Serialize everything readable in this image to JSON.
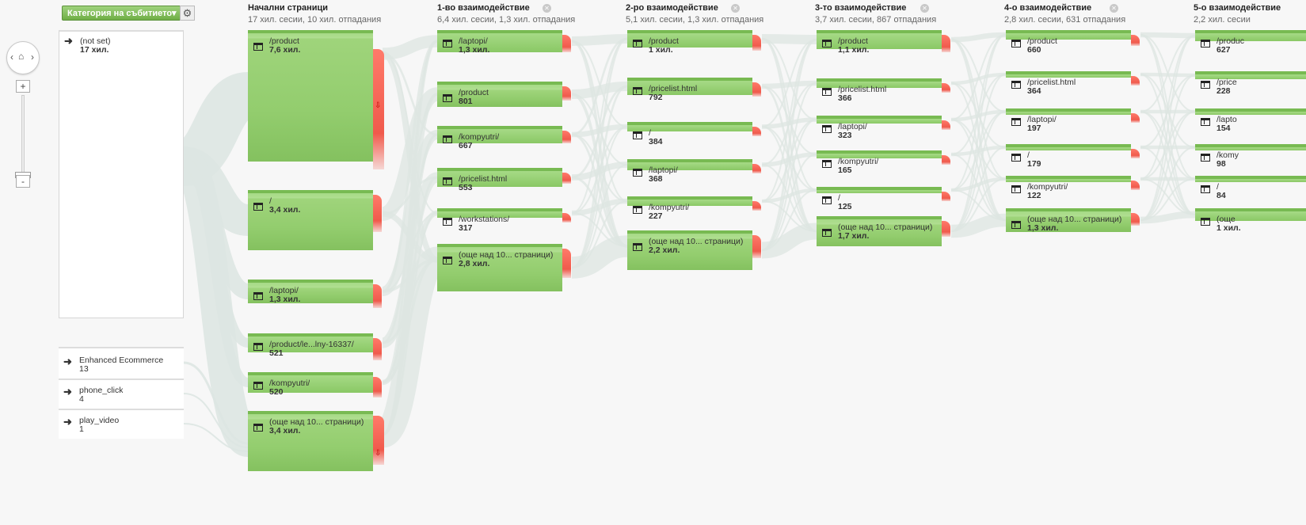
{
  "toolbar": {
    "dimension_label": "Категория на събитието",
    "settings_icon": "gear-icon"
  },
  "navigation": {
    "pan_icon": "home-icon",
    "left_icon": "chevron-left-icon",
    "right_icon": "chevron-right-icon",
    "zoom_in": "+",
    "zoom_out": "-"
  },
  "columns": [
    {
      "title": "Начални страници",
      "subtitle": "17 хил. сесии, 10 хил. отпадания"
    },
    {
      "title": "1-во взаимодействие",
      "subtitle": "6,4 хил. сесии, 1,3 хил. отпадания"
    },
    {
      "title": "2-ро взаимодействие",
      "subtitle": "5,1 хил. сесии, 1,3 хил. отпадания"
    },
    {
      "title": "3-то взаимодействие",
      "subtitle": "3,7 хил. сесии, 867 отпадания"
    },
    {
      "title": "4-о взаимодействие",
      "subtitle": "2,8 хил. сесии, 631 отпадания"
    },
    {
      "title": "5-о взаимодействие",
      "subtitle": "2,2 хил. сесии"
    }
  ],
  "sources": [
    {
      "name": "(not set)",
      "value": "17 хил."
    },
    {
      "name": "Enhanced Ecommerce",
      "value": "13"
    },
    {
      "name": "phone_click",
      "value": "4"
    },
    {
      "name": "play_video",
      "value": "1"
    }
  ],
  "starting_pages": [
    {
      "name": "/product",
      "value": "7,6 хил."
    },
    {
      "name": "/",
      "value": "3,4 хил."
    },
    {
      "name": "/laptopi/",
      "value": "1,3 хил."
    },
    {
      "name": "/product/le...lny-16337/",
      "value": "521"
    },
    {
      "name": "/kompyutri/",
      "value": "520"
    },
    {
      "name": "(още над 10... страници)",
      "value": "3,4 хил."
    }
  ],
  "interaction_1": [
    {
      "name": "/laptopi/",
      "value": "1,3 хил."
    },
    {
      "name": "/product",
      "value": "801"
    },
    {
      "name": "/kompyutri/",
      "value": "667"
    },
    {
      "name": "/pricelist.html",
      "value": "553"
    },
    {
      "name": "/workstations/",
      "value": "317"
    },
    {
      "name": "(още над 10... страници)",
      "value": "2,8 хил."
    }
  ],
  "interaction_2": [
    {
      "name": "/product",
      "value": "1 хил."
    },
    {
      "name": "/pricelist.html",
      "value": "792"
    },
    {
      "name": "/",
      "value": "384"
    },
    {
      "name": "/laptopi/",
      "value": "368"
    },
    {
      "name": "/kompyutri/",
      "value": "227"
    },
    {
      "name": "(още над 10... страници)",
      "value": "2,2 хил."
    }
  ],
  "interaction_3": [
    {
      "name": "/product",
      "value": "1,1 хил."
    },
    {
      "name": "/pricelist.html",
      "value": "366"
    },
    {
      "name": "/laptopi/",
      "value": "323"
    },
    {
      "name": "/kompyutri/",
      "value": "165"
    },
    {
      "name": "/",
      "value": "125"
    },
    {
      "name": "(още над 10... страници)",
      "value": "1,7 хил."
    }
  ],
  "interaction_4": [
    {
      "name": "/product",
      "value": "660"
    },
    {
      "name": "/pricelist.html",
      "value": "364"
    },
    {
      "name": "/laptopi/",
      "value": "197"
    },
    {
      "name": "/",
      "value": "179"
    },
    {
      "name": "/kompyutri/",
      "value": "122"
    },
    {
      "name": "(още над 10... страници)",
      "value": "1,3 хил."
    }
  ],
  "interaction_5": [
    {
      "name": "/produc",
      "value": "627"
    },
    {
      "name": "/price",
      "value": "228"
    },
    {
      "name": "/lapto",
      "value": "154"
    },
    {
      "name": "/komy",
      "value": "98"
    },
    {
      "name": "/",
      "value": "84"
    },
    {
      "name": "(още",
      "value": "1 хил."
    }
  ],
  "colors": {
    "node_green": "#93cd6e",
    "node_top": "#78ba52",
    "dropoff_red": "#f05a4c",
    "flow_gray": "#dde5e2"
  }
}
